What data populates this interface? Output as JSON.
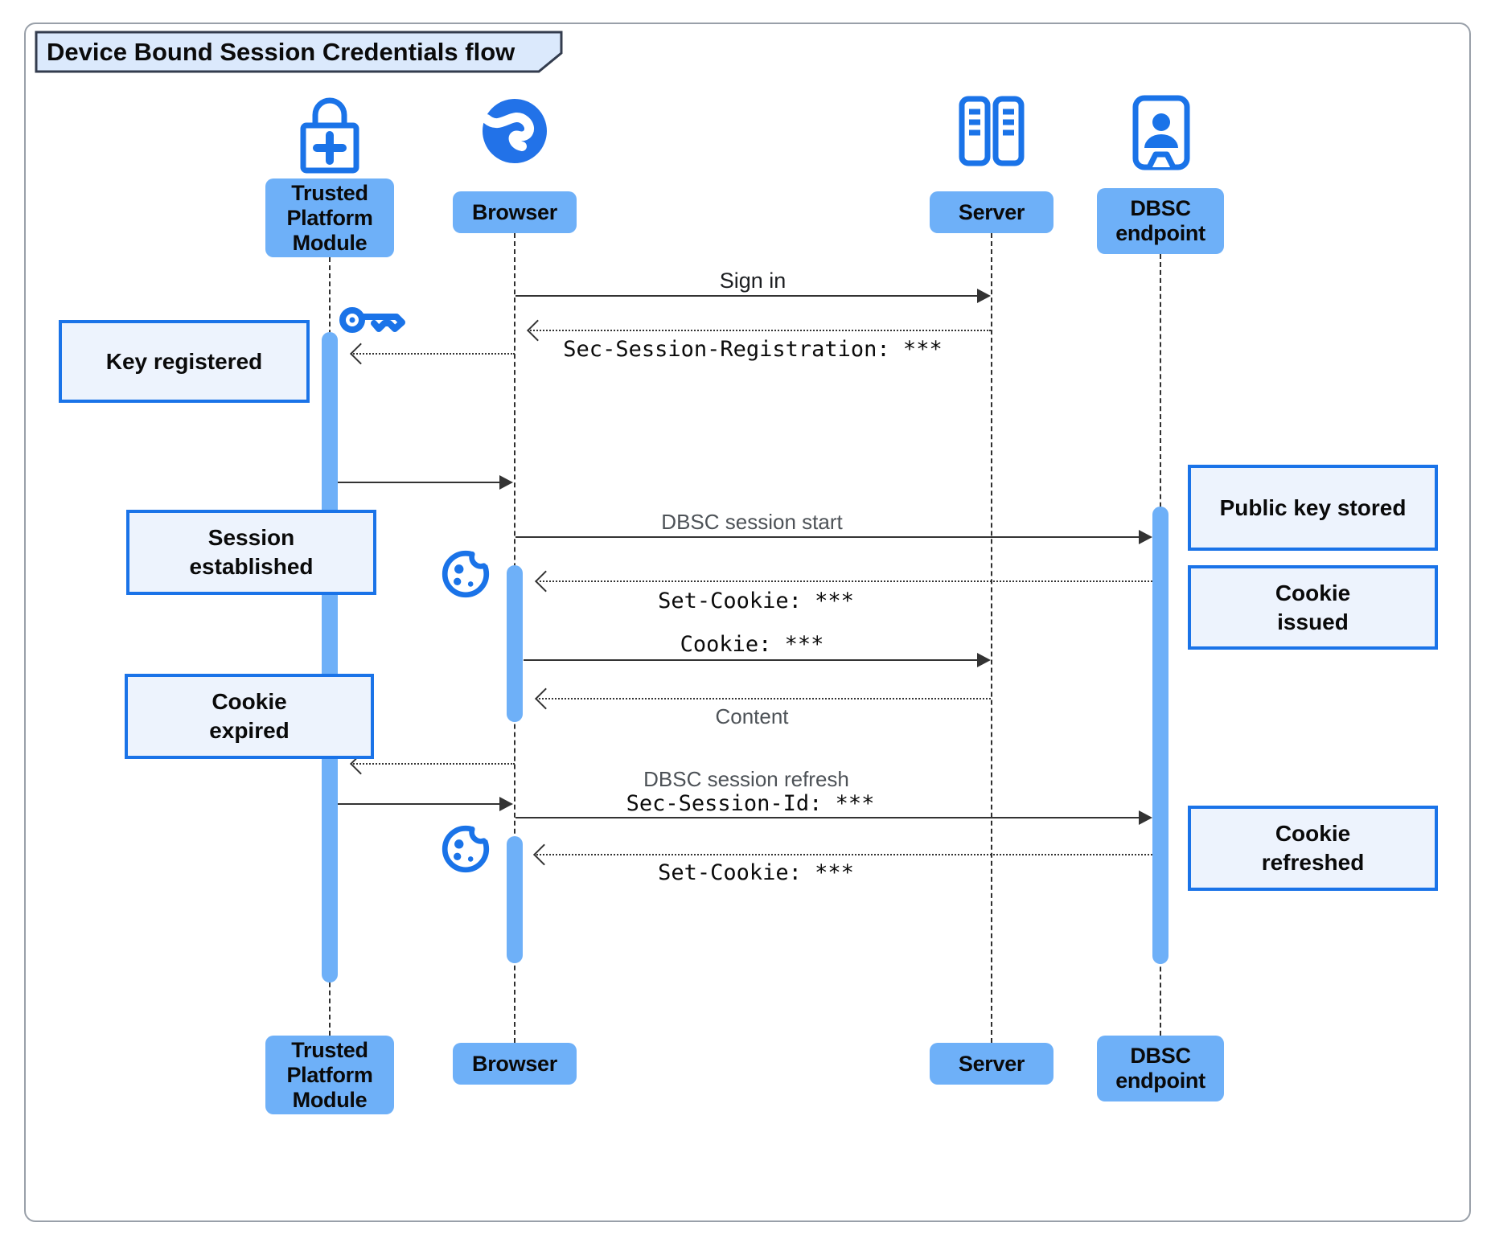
{
  "title": "Device Bound Session Credentials flow",
  "actors": {
    "tpm": {
      "lines": [
        "Trusted",
        "Platform",
        "Module"
      ],
      "icon": "lock-plus-icon"
    },
    "browser": {
      "label": "Browser",
      "icon": "globe-icon"
    },
    "server": {
      "label": "Server",
      "icon": "server-rack-icon"
    },
    "dbsc": {
      "lines": [
        "DBSC",
        "endpoint"
      ],
      "icon": "badge-person-icon"
    }
  },
  "messages": {
    "sign_in": "Sign in",
    "session_registration": "Sec-Session-Registration: ***",
    "dbsc_session_start": "DBSC session start",
    "set_cookie_1": "Set-Cookie: ***",
    "cookie": "Cookie: ***",
    "content": "Content",
    "dbsc_session_refresh": "DBSC session refresh",
    "sec_session_id": "Sec-Session-Id: ***",
    "set_cookie_2": "Set-Cookie: ***"
  },
  "notes": {
    "key_registered": "Key registered",
    "session_established": [
      "Session",
      "established"
    ],
    "cookie_expired": [
      "Cookie",
      "expired"
    ],
    "public_key_stored": "Public key stored",
    "cookie_issued": [
      "Cookie",
      "issued"
    ],
    "cookie_refreshed": [
      "Cookie",
      "refreshed"
    ]
  },
  "decorations": {
    "key_icon": "key-icon",
    "cookie_icon_1": "cookie-icon",
    "cookie_icon_2": "cookie-icon"
  },
  "colors": {
    "accent": "#1a73e8",
    "fill": "#6eb0f8",
    "note_fill": "#edf3fd",
    "note_border": "#1a73e8",
    "line": "#333333",
    "title_fill": "#dbe9fc",
    "muted_text": "#4d5257"
  }
}
